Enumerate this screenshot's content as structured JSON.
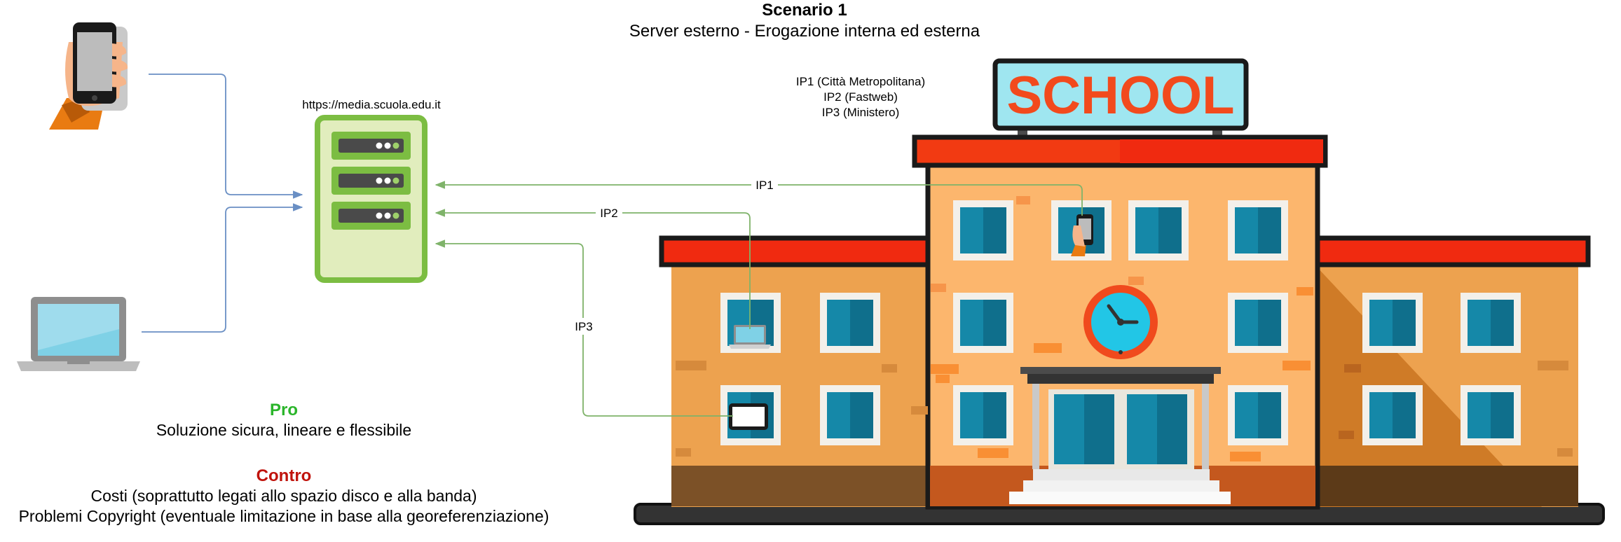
{
  "title": "Scenario 1",
  "subtitle": "Server esterno - Erogazione interna ed esterna",
  "server": {
    "url": "https://media.scuola.edu.it"
  },
  "ip_list": [
    "IP1 (Città Metropolitana)",
    "IP2 (Fastweb)",
    "IP3 (Ministero)"
  ],
  "connections": {
    "ip1": "IP1",
    "ip2": "IP2",
    "ip3": "IP3"
  },
  "school_sign": "SCHOOL",
  "pro": {
    "heading": "Pro",
    "text": "Soluzione sicura, lineare e flessibile"
  },
  "contro": {
    "heading": "Contro",
    "lines": [
      "Costi (soprattutto legati allo spazio disco e alla banda)",
      "Problemi Copyright (eventuale limitazione in base alla georeferenziazione)"
    ]
  },
  "colors": {
    "external_link": "#6a8fc4",
    "internal_link": "#7fb36a",
    "server_border": "#7cbd42",
    "server_fill": "#e1edbd",
    "pro": "#2bb52b",
    "contro": "#c0130c",
    "sign_text": "#f24a1d",
    "sign_bg": "#9fe6f0"
  }
}
